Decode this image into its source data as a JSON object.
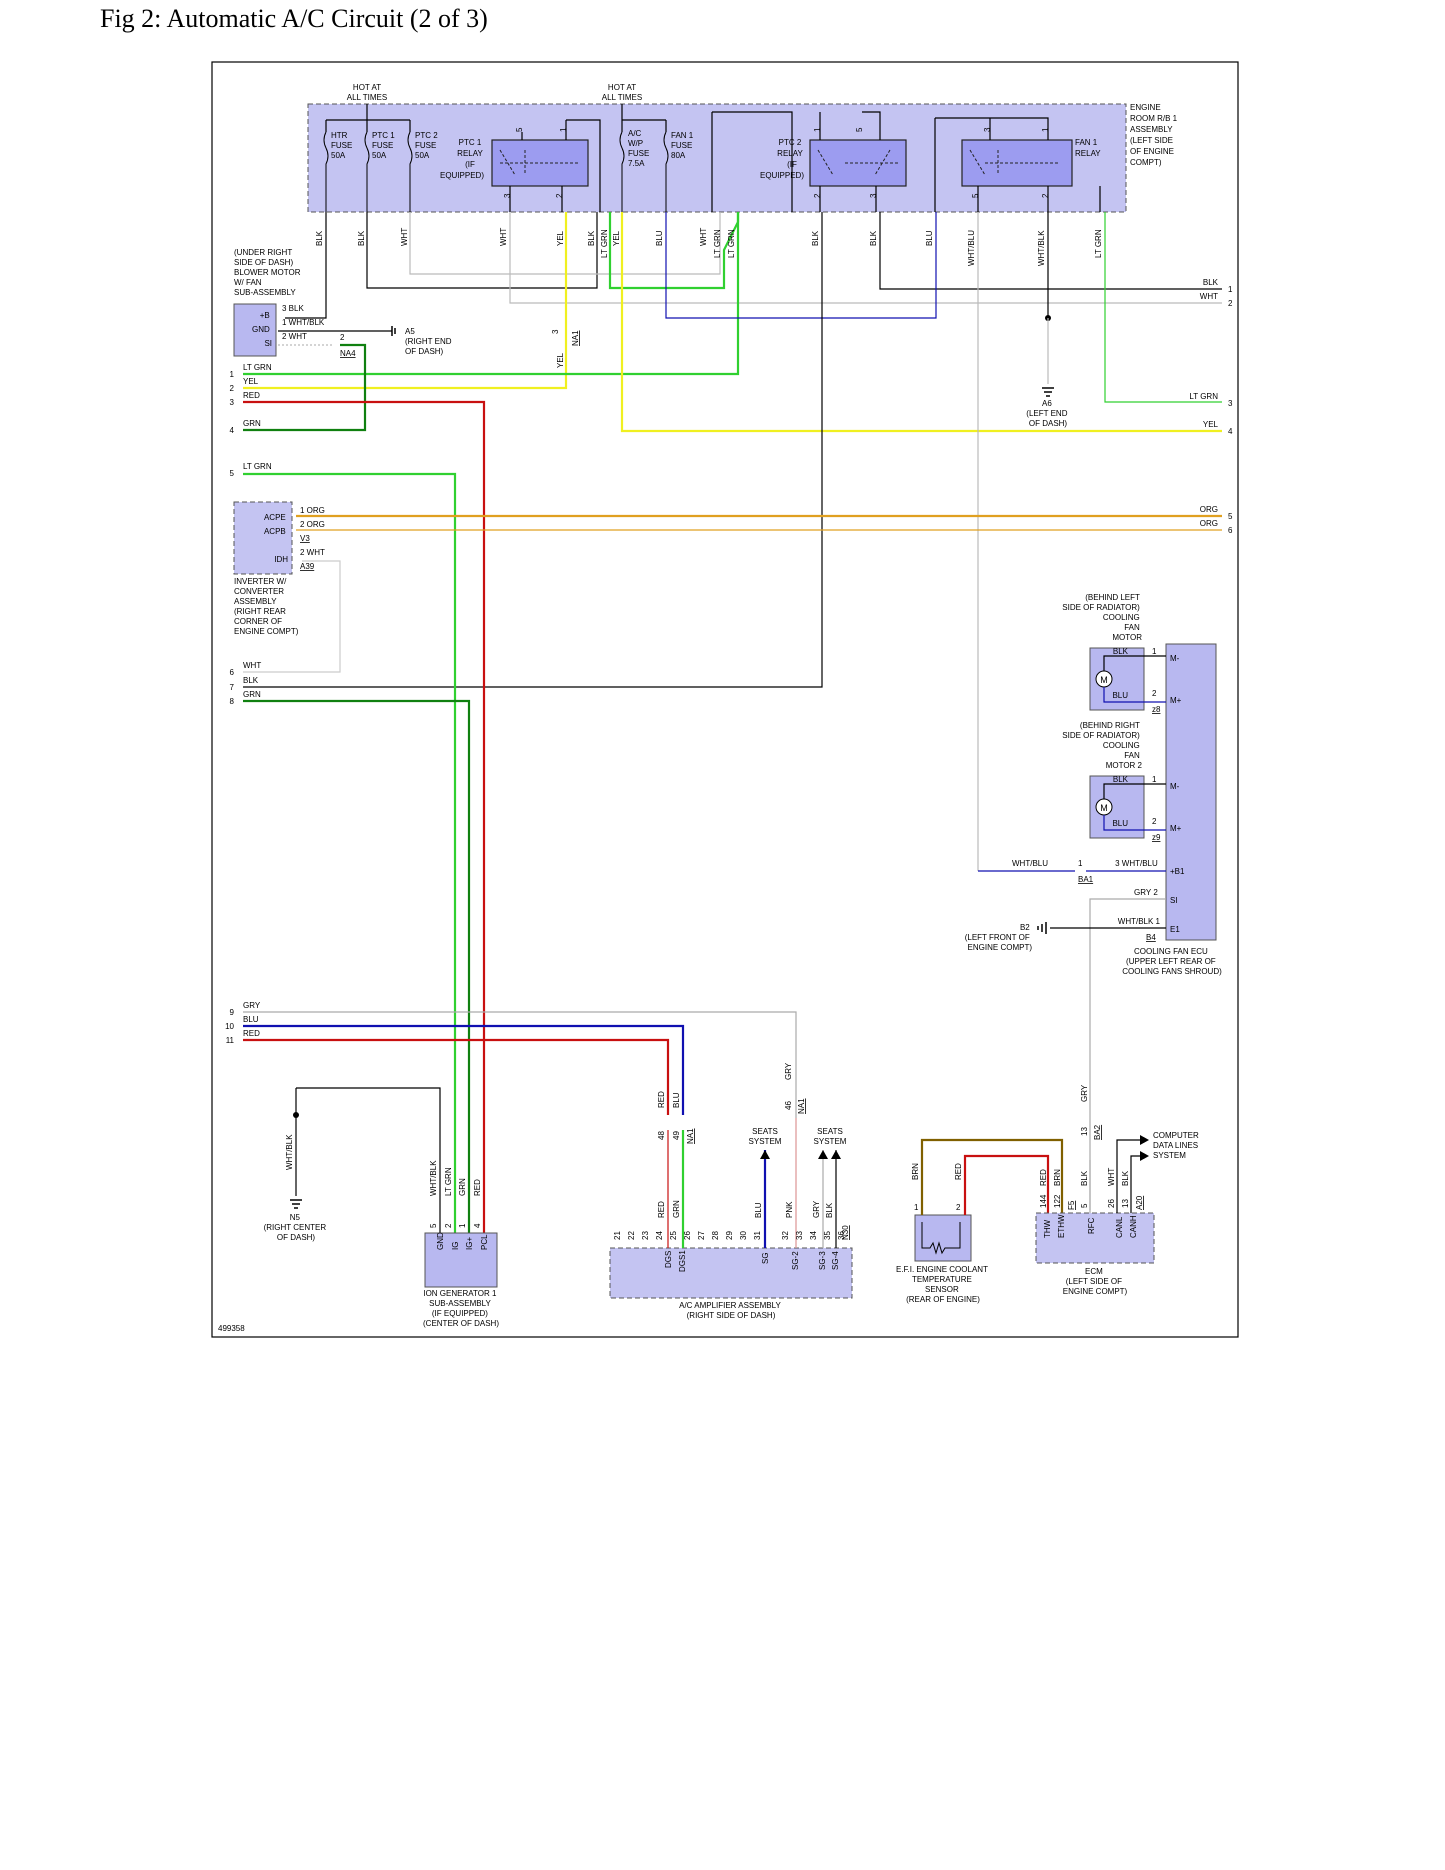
{
  "title": "Fig 2: Automatic A/C Circuit (2 of 3)",
  "figure_number": "499358",
  "colors": {
    "blk": "#000000",
    "wht": "#c8c8c8",
    "yel": "#f0f020",
    "ltgrn": "#30d030",
    "grn": "#108010",
    "red": "#c81010",
    "blu": "#1010b0",
    "org": "#e0a020",
    "gry": "#a0a0a0",
    "brn": "#806000",
    "box": "#b8b8f0"
  },
  "engine_room": {
    "hot_left": [
      "HOT AT",
      "ALL TIMES"
    ],
    "hot_right": [
      "HOT AT",
      "ALL TIMES"
    ],
    "label": [
      "ENGINE",
      "ROOM R/B 1",
      "ASSEMBLY",
      "(LEFT SIDE",
      "OF ENGINE",
      "COMPT)"
    ],
    "htr_fuse": [
      "HTR",
      "FUSE",
      "50A"
    ],
    "ptc1_fuse": [
      "PTC 1",
      "FUSE",
      "50A"
    ],
    "ptc2_fuse": [
      "PTC 2",
      "FUSE",
      "50A"
    ],
    "ptc1_relay": [
      "PTC 1",
      "RELAY",
      "(IF",
      "EQUIPPED)"
    ],
    "ac_fuse": [
      "A/C",
      "W/P",
      "FUSE",
      "7.5A"
    ],
    "fan1_fuse": [
      "FAN 1",
      "FUSE",
      "80A"
    ],
    "ptc2_relay": [
      "PTC 2",
      "RELAY",
      "(IF",
      "EQUIPPED)"
    ],
    "fan1_relay": [
      "FAN 1",
      "RELAY"
    ],
    "pins": [
      "5",
      "1",
      "3",
      "2",
      "1",
      "5",
      "2",
      "3",
      "3",
      "1",
      "5",
      "2"
    ]
  },
  "top_wires": [
    "BLK",
    "BLK",
    "WHT",
    "WHT",
    "YEL",
    "BLK",
    "LT GRN",
    "YEL",
    "BLU",
    "WHT",
    "LT GRN",
    "LT GRN",
    "BLK",
    "BLK",
    "BLU",
    "WHT/BLU",
    "WHT/BLK",
    "LT GRN"
  ],
  "blower": {
    "label": [
      "(UNDER RIGHT",
      "SIDE OF DASH)",
      "BLOWER MOTOR",
      "W/ FAN",
      "SUB-ASSEMBLY"
    ],
    "pins": [
      "+B",
      "GND",
      "SI"
    ],
    "wires": [
      "3  BLK",
      "1  WHT/BLK",
      "2  WHT"
    ],
    "conn": "NA4",
    "conn_pin": "2"
  },
  "ground_a5": [
    "A5",
    "(RIGHT END",
    "OF DASH)"
  ],
  "ground_a6": [
    "A6",
    "(LEFT END",
    "OF DASH)"
  ],
  "left_labels": [
    "LT GRN",
    "YEL",
    "RED",
    "GRN",
    "LT GRN",
    "WHT",
    "BLK",
    "GRN",
    "GRY",
    "BLU",
    "RED"
  ],
  "left_nums": [
    "1",
    "2",
    "3",
    "4",
    "5",
    "6",
    "7",
    "8",
    "9",
    "10",
    "11"
  ],
  "right_labels": [
    "BLK",
    "WHT",
    "LT GRN",
    "YEL",
    "ORG",
    "ORG"
  ],
  "right_nums": [
    "1",
    "2",
    "3",
    "4",
    "5",
    "6"
  ],
  "inverter": {
    "pins": [
      "ACPE",
      "ACPB",
      "IDH"
    ],
    "wires": [
      "1  ORG",
      "2  ORG",
      "2  WHT"
    ],
    "conns": [
      "V3",
      "A39"
    ],
    "label": [
      "INVERTER W/",
      "CONVERTER",
      "ASSEMBLY",
      "(RIGHT REAR",
      "CORNER OF",
      "ENGINE COMPT)"
    ]
  },
  "na1_yel": {
    "pin": "3",
    "conn": "NA1",
    "wire": "YEL"
  },
  "fan_motor1": {
    "label": [
      "(BEHIND LEFT",
      "SIDE OF RADIATOR)",
      "COOLING",
      "FAN",
      "MOTOR"
    ],
    "wires": [
      "BLK",
      "BLU"
    ],
    "pins": [
      "1",
      "2"
    ],
    "ecu_pins": [
      "M-",
      "M+"
    ],
    "conn": "z8",
    "symbol": "M"
  },
  "fan_motor2": {
    "label": [
      "(BEHIND RIGHT",
      "SIDE OF RADIATOR)",
      "COOLING",
      "FAN",
      "MOTOR 2"
    ],
    "wires": [
      "BLK",
      "BLU"
    ],
    "pins": [
      "1",
      "2"
    ],
    "ecu_pins": [
      "M-",
      "M+"
    ],
    "conn": "z9",
    "symbol": "M"
  },
  "fan_ecu": {
    "pins": [
      "+B1",
      "SI",
      "E1"
    ],
    "wire_left": "WHT/BLU",
    "pin_left": "1",
    "conn_left": "BA1",
    "wires": [
      "3  WHT/BLU",
      "GRY  2",
      "WHT/BLK  1"
    ],
    "conn": "B4",
    "label": [
      "COOLING FAN ECU",
      "(UPPER LEFT REAR OF",
      "COOLING FANS SHROUD)"
    ]
  },
  "ground_b2": [
    "B2",
    "(LEFT FRONT OF",
    "ENGINE COMPT)"
  ],
  "ground_n5": [
    "N5",
    "(RIGHT CENTER",
    "OF DASH)"
  ],
  "n5_wire": "WHT/BLK",
  "ion": {
    "pins": [
      "GND",
      "IG",
      "IG+",
      "PCL"
    ],
    "pin_nums": [
      "5",
      "2",
      "1",
      "4"
    ],
    "wires": [
      "WHT/BLK",
      "LT GRN",
      "GRN",
      "RED"
    ],
    "label": [
      "ION GENERATOR 1",
      "SUB-ASSEMBLY",
      "(IF EQUIPPED)",
      "(CENTER OF DASH)"
    ]
  },
  "amp": {
    "na1": {
      "pins": [
        "48",
        "49"
      ],
      "wires": [
        "RED",
        "BLU"
      ],
      "conn": "NA1"
    },
    "gry": {
      "pin": "46",
      "wire": "GRY",
      "conn": "NA1"
    },
    "seats": [
      "SEATS",
      "SYSTEM"
    ],
    "pin_nums": [
      "21",
      "22",
      "23",
      "24",
      "25",
      "26",
      "27",
      "28",
      "29",
      "30",
      "31",
      "32",
      "33",
      "34",
      "35",
      "36"
    ],
    "pin_wires": [
      "RED",
      "GRN",
      "BLU",
      "PNK",
      "GRY",
      "BLK"
    ],
    "pins": [
      "DGS",
      "DGS1",
      "SG",
      "SG-2",
      "SG-3",
      "SG-4"
    ],
    "conn": "N30",
    "label": [
      "A/C AMPLIFIER ASSEMBLY",
      "(RIGHT SIDE OF DASH)"
    ]
  },
  "sensor": {
    "pins": [
      "1",
      "2"
    ],
    "wires": [
      "BRN",
      "RED"
    ],
    "label": [
      "E.F.I. ENGINE COOLANT",
      "TEMPERATURE",
      "SENSOR",
      "(REAR OF ENGINE)"
    ]
  },
  "ecm": {
    "pins": [
      "THW",
      "ETHW",
      "RFC",
      "CANL",
      "CANH"
    ],
    "pin_nums": [
      "144",
      "122",
      "5",
      "26",
      "13"
    ],
    "wires": [
      "RED",
      "BRN",
      "BLK",
      "WHT",
      "BLK"
    ],
    "conns": [
      "F5",
      "A20"
    ],
    "ba2": {
      "pin": "13",
      "conn": "BA2",
      "wire": "GRY"
    },
    "label": [
      "ECM",
      "(LEFT SIDE OF",
      "ENGINE COMPT)"
    ],
    "data_lines": [
      "COMPUTER",
      "DATA LINES",
      "SYSTEM"
    ]
  }
}
